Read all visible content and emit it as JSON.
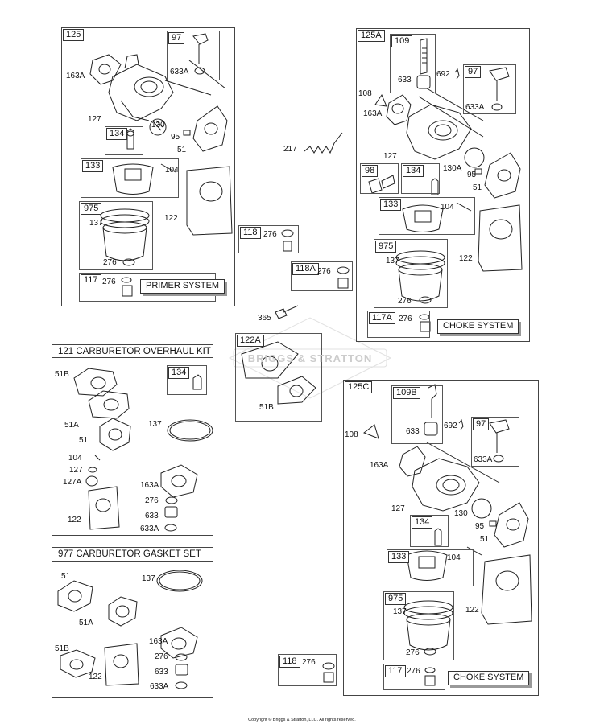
{
  "kits": {
    "overhaul_title": "121 CARBURETOR OVERHAUL KIT",
    "gasket_title": "977 CARBURETOR GASKET SET"
  },
  "panel_125": {
    "id": "125",
    "labels": [
      "163A",
      "97",
      "633A",
      "127",
      "134",
      "130",
      "95",
      "51",
      "133",
      "104",
      "975",
      "137",
      "122",
      "276",
      "117",
      "276"
    ],
    "note": "PRIMER SYSTEM"
  },
  "panel_125a": {
    "id": "125A",
    "labels": [
      "109",
      "633",
      "692",
      "97",
      "108",
      "163A",
      "633A",
      "127",
      "98",
      "134",
      "130A",
      "95",
      "51",
      "133",
      "104",
      "975",
      "137",
      "122",
      "276",
      "117A",
      "276"
    ],
    "note": "CHOKE SYSTEM"
  },
  "panel_125c": {
    "id": "125C",
    "labels": [
      "109B",
      "633",
      "692",
      "97",
      "108",
      "163A",
      "633A",
      "127",
      "130",
      "95",
      "134",
      "51",
      "133",
      "104",
      "975",
      "137",
      "122",
      "276",
      "117",
      "276"
    ],
    "note": "CHOKE SYSTEM"
  },
  "middle": {
    "labels": [
      "217",
      "118",
      "276",
      "118A",
      "276",
      "365",
      "122A",
      "51B"
    ]
  },
  "overhaul": {
    "labels": [
      "51B",
      "134",
      "51A",
      "137",
      "51",
      "104",
      "127",
      "127A",
      "163A",
      "276",
      "633",
      "122",
      "633A"
    ]
  },
  "gasket": {
    "labels": [
      "51",
      "137",
      "51A",
      "51B",
      "163A",
      "276",
      "633",
      "122",
      "633A"
    ]
  },
  "bottom": {
    "labels": [
      "118",
      "276"
    ]
  },
  "watermark": "BRIGGS & STRATTON",
  "footer": "Copyright © Briggs & Stratton, LLC. All rights reserved."
}
